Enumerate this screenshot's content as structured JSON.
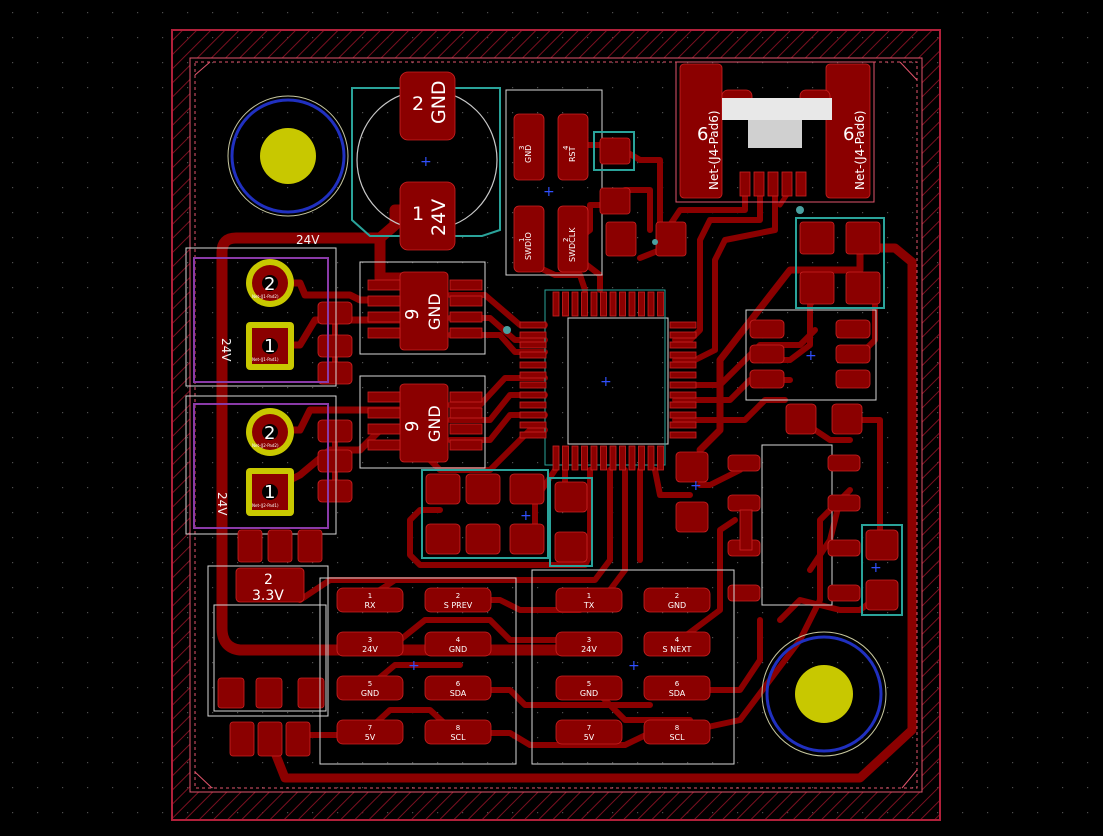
{
  "view": "pcb-layout-editor",
  "colors": {
    "background": "#000000",
    "copper": "#8b0000",
    "copper_outline": "#cc2222",
    "hole_fill": "#c8c800",
    "board_edge": "#e0546b",
    "courtyard": "#9b7f2a",
    "fab": "#2aa39a",
    "silkscreen": "#f2f2f2",
    "via": "#4aa0a0"
  },
  "power_connector": {
    "pin2": {
      "number": "2",
      "net": "GND"
    },
    "pin1": {
      "number": "1",
      "net": "24V"
    }
  },
  "programming_header": {
    "pads": [
      "GND",
      "RST",
      "SWDIO",
      "SWDCLK"
    ],
    "pad_numbers": [
      "3",
      "4",
      "1",
      "2"
    ]
  },
  "usb_connector": {
    "left_pad": {
      "number": "6",
      "net": "Net-(J4-Pad6)"
    },
    "right_pad": {
      "number": "6",
      "net": "Net-(J4-Pad6)"
    }
  },
  "motor_drivers": [
    {
      "pad_number": "9",
      "pad_net": "GND"
    },
    {
      "pad_number": "9",
      "pad_net": "GND"
    }
  ],
  "terminal_blocks": [
    {
      "label": "24V",
      "pins": [
        "2",
        "1"
      ],
      "pin_small_text": [
        "Net-(J1-Pad2)",
        "Net-(J1-Pad1)"
      ]
    },
    {
      "label": "24V",
      "pins": [
        "2",
        "1"
      ],
      "pin_small_text": [
        "Net-(J2-Pad2)",
        "Net-(J2-Pad1)"
      ]
    }
  ],
  "trace_label_24v": "24V",
  "regulator": {
    "pad_number": "2",
    "net": "3.3V"
  },
  "header_left": [
    {
      "num": "1",
      "net": "RX"
    },
    {
      "num": "2",
      "net": "S PREV"
    },
    {
      "num": "3",
      "net": "24V"
    },
    {
      "num": "4",
      "net": "GND"
    },
    {
      "num": "5",
      "net": "GND"
    },
    {
      "num": "6",
      "net": "SDA"
    },
    {
      "num": "7",
      "net": "5V"
    },
    {
      "num": "8",
      "net": "SCL"
    }
  ],
  "header_right": [
    {
      "num": "1",
      "net": "TX"
    },
    {
      "num": "2",
      "net": "GND"
    },
    {
      "num": "3",
      "net": "24V"
    },
    {
      "num": "4",
      "net": "S NEXT"
    },
    {
      "num": "5",
      "net": "GND"
    },
    {
      "num": "6",
      "net": "SDA"
    },
    {
      "num": "7",
      "net": "5V"
    },
    {
      "num": "8",
      "net": "SCL"
    }
  ]
}
